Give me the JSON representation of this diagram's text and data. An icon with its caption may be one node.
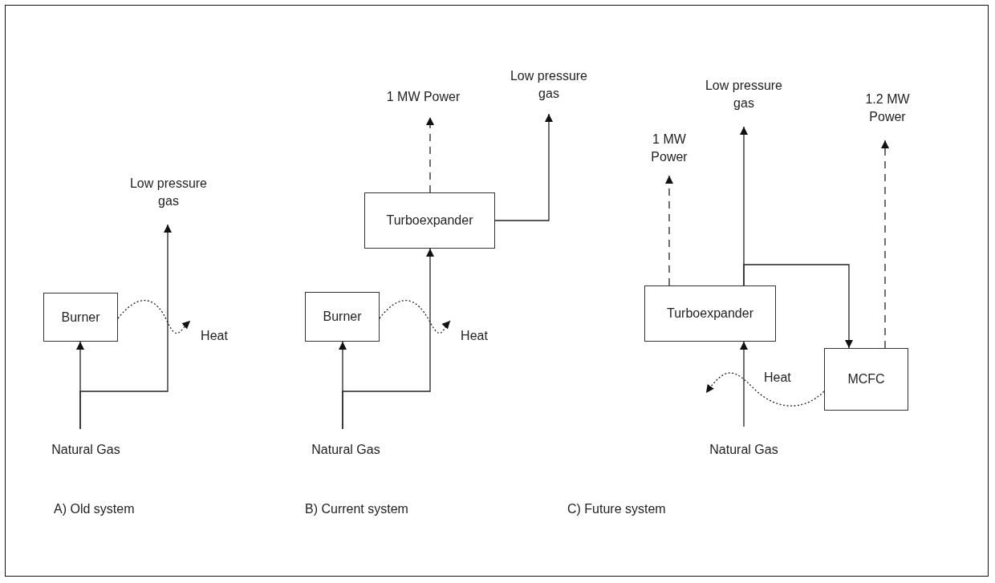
{
  "diagram": {
    "nodes": [
      {
        "text": [
          "Burner"
        ]
      },
      {
        "text": [
          "Natural Gas"
        ]
      },
      {
        "text": [
          "Low pressure gas"
        ]
      },
      {
        "text": [
          "Heat"
        ]
      },
      {
        "text": [
          "Turboexpander"
        ]
      },
      {
        "text": [
          "Burner"
        ]
      },
      {
        "text": [
          "1 MW Power"
        ]
      },
      {
        "text": [
          "Low pressure gas"
        ]
      },
      {
        "text": [
          "Heat"
        ]
      },
      {
        "text": [
          "Natural Gas"
        ]
      },
      {
        "text": [
          "Low pressure gas"
        ]
      },
      {
        "text": [
          "1 MW Power"
        ]
      },
      {
        "text": [
          "1.2 MW Power"
        ]
      },
      {
        "text": [
          "Turboexpander"
        ]
      },
      {
        "text": [
          "MCFC"
        ]
      },
      {
        "text": [
          "Natural Gas"
        ]
      }
    ],
    "edges": [
      {
        "from": 1,
        "to": 0,
        "arrow": "to"
      },
      {
        "from": 1,
        "to": 2,
        "arrow": "to"
      },
      {
        "from": 0,
        "to": 3,
        "arrow": "to",
        "style": "dashed"
      },
      {
        "from": 9,
        "to": 5,
        "arrow": "to"
      },
      {
        "from": 9,
        "to": 4,
        "arrow": "to"
      },
      {
        "from": 4,
        "to": 6,
        "arrow": "to",
        "style": "dashed"
      },
      {
        "from": 4,
        "to": 7,
        "arrow": "to"
      },
      {
        "from": 5,
        "to": 8,
        "arrow": "to",
        "style": "dashed"
      },
      {
        "from": 15,
        "to": 13,
        "arrow": "to"
      },
      {
        "from": 13,
        "to": 11,
        "arrow": "to",
        "style": "dashed"
      },
      {
        "from": 13,
        "to": 10,
        "arrow": "to"
      },
      {
        "from": 13,
        "to": 14,
        "arrow": "to"
      },
      {
        "from": 14,
        "to": 12,
        "arrow": "to",
        "style": "dashed"
      },
      {
        "from": 14,
        "to": null,
        "arrow": "to",
        "style": "dashed",
        "label": "Heat"
      }
    ],
    "labels": [
      "A) Old system",
      "B) Current system",
      "C) Future system"
    ]
  }
}
